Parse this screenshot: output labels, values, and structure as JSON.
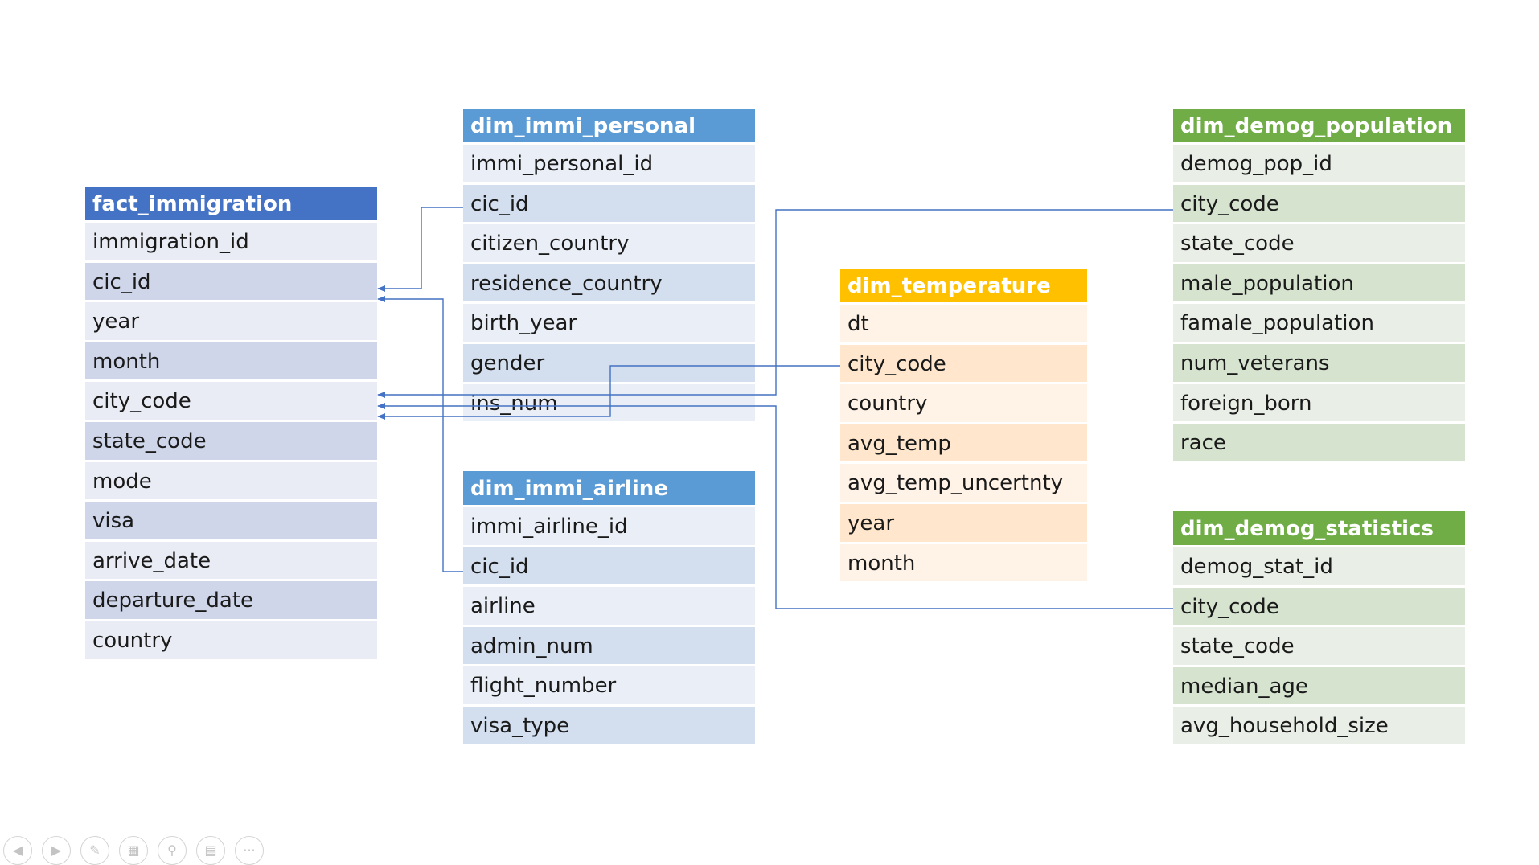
{
  "tables": {
    "fact_immigration": {
      "title": "fact_immigration",
      "columns": [
        "immigration_id",
        "cic_id",
        "year",
        "month",
        "city_code",
        "state_code",
        "mode",
        "visa",
        "arrive_date",
        "departure_date",
        "country"
      ]
    },
    "dim_immi_personal": {
      "title": "dim_immi_personal",
      "columns": [
        "immi_personal_id",
        "cic_id",
        "citizen_country",
        "residence_country",
        "birth_year",
        "gender",
        "ins_num"
      ]
    },
    "dim_immi_airline": {
      "title": "dim_immi_airline",
      "columns": [
        "immi_airline_id",
        "cic_id",
        "airline",
        "admin_num",
        "flight_number",
        "visa_type"
      ]
    },
    "dim_temperature": {
      "title": "dim_temperature",
      "columns": [
        "dt",
        "city_code",
        "country",
        "avg_temp",
        "avg_temp_uncertnty",
        "year",
        "month"
      ]
    },
    "dim_demog_population": {
      "title": "dim_demog_population",
      "columns": [
        "demog_pop_id",
        "city_code",
        "state_code",
        "male_population",
        "famale_population",
        "num_veterans",
        "foreign_born",
        "race"
      ]
    },
    "dim_demog_statistics": {
      "title": "dim_demog_statistics",
      "columns": [
        "demog_stat_id",
        "city_code",
        "state_code",
        "median_age",
        "avg_household_size"
      ]
    }
  },
  "colors": {
    "fact_header": "#4472c4",
    "personal_airline_header": "#5b9bd5",
    "temperature_header": "#ffc000",
    "demog_header": "#70ad47",
    "connector": "#4472c4"
  },
  "toolbar": {
    "icons": [
      "previous-icon",
      "next-icon",
      "pen-icon",
      "slides-icon",
      "zoom-icon",
      "subtitles-icon",
      "more-icon"
    ]
  }
}
